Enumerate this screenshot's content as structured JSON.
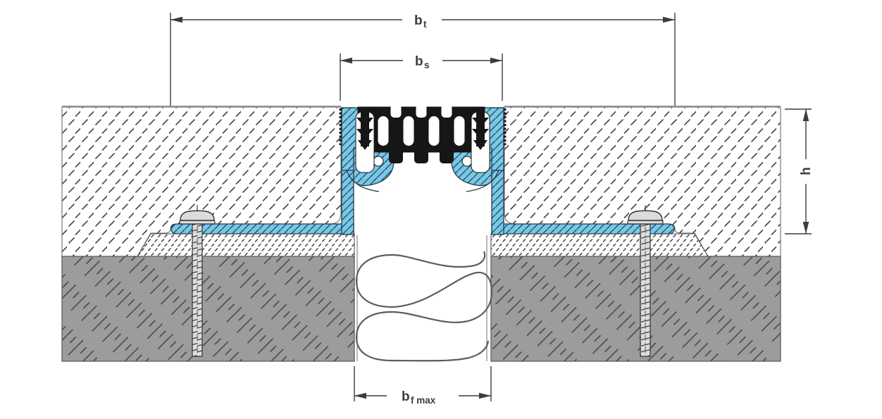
{
  "drawing": {
    "description": "Cross-section detail of a floor expansion joint profile with corrugated elastomer insert, aluminium side profiles, fixing screws, screed, mortar bed, concrete slabs and compressed foam joint filler",
    "dimensions": {
      "bt": {
        "base": "b",
        "sub": "t"
      },
      "bs": {
        "base": "b",
        "sub": "s"
      },
      "h": {
        "base": "h",
        "sub": ""
      },
      "bf": {
        "base": "b",
        "sub": "f max"
      }
    },
    "colors": {
      "aluminum": "#7cc7e6",
      "aluminum_hatch": "#1d5872",
      "rubber": "#161616",
      "concrete": "#9c9c9c",
      "concrete_hatch": "#454545",
      "screed_hatch": "#4c4c4c",
      "mortar_hatch": "#383838",
      "screw": "#dcdcdc",
      "line": "#3c3c3c",
      "surface_line": "#8c8c8c",
      "foam_line": "#5c5c5c"
    }
  }
}
